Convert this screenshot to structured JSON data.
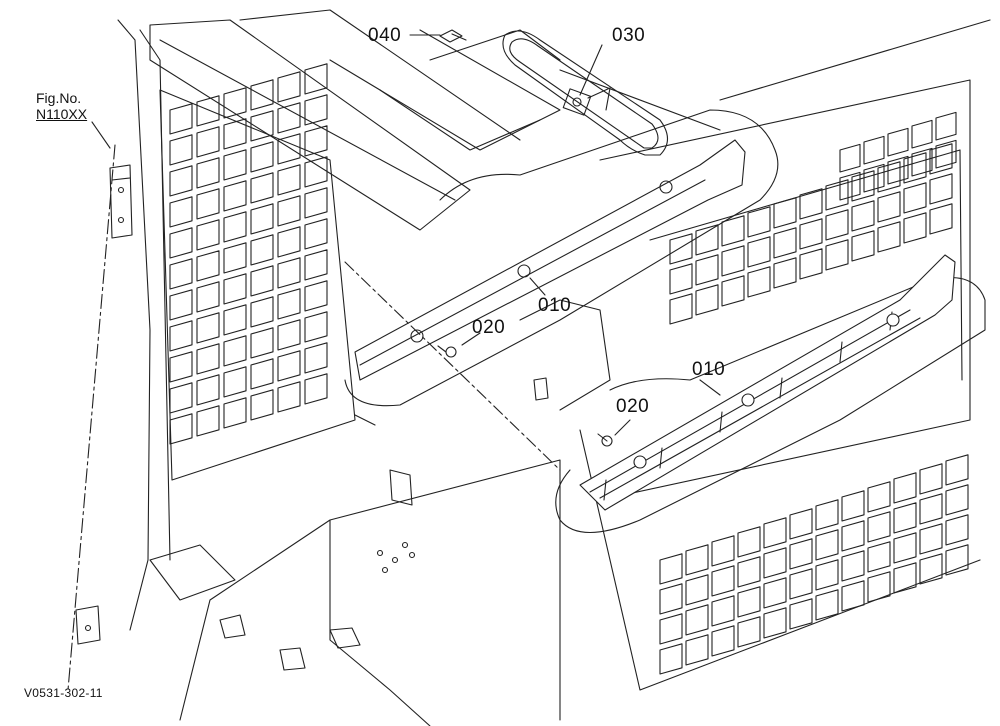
{
  "figure_ref": {
    "title": "Fig.No.",
    "number": "N110XX"
  },
  "callouts": [
    {
      "id": "c040",
      "text": "040"
    },
    {
      "id": "c030",
      "text": "030"
    },
    {
      "id": "c010a",
      "text": "010"
    },
    {
      "id": "c020a",
      "text": "020"
    },
    {
      "id": "c010b",
      "text": "010"
    },
    {
      "id": "c020b",
      "text": "020"
    }
  ],
  "drawing_code": "V0531-302-11",
  "colors": {
    "line": "#222222",
    "paper": "#ffffff"
  }
}
